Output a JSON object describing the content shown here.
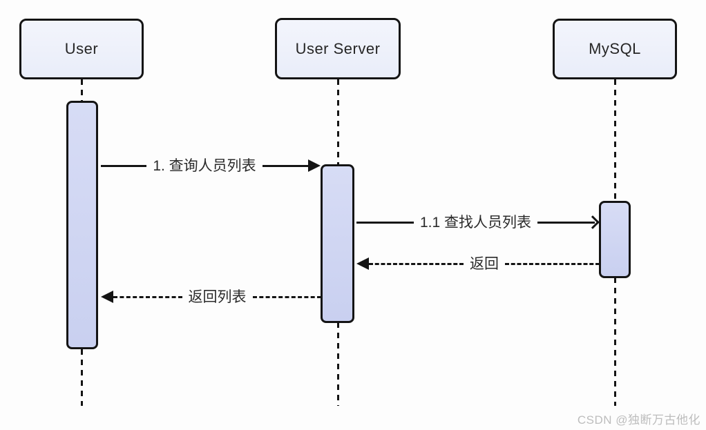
{
  "diagram": {
    "type": "uml-sequence",
    "actors": [
      {
        "id": "user",
        "label": "User"
      },
      {
        "id": "user-server",
        "label": "User Server"
      },
      {
        "id": "mysql",
        "label": "MySQL"
      }
    ],
    "messages": [
      {
        "from": "User",
        "to": "User Server",
        "label": "1. 查询人员列表",
        "line": "solid",
        "arrowhead": "filled-right"
      },
      {
        "from": "User Server",
        "to": "MySQL",
        "label": "1.1 查找人员列表",
        "line": "solid",
        "arrowhead": "open-right"
      },
      {
        "from": "MySQL",
        "to": "User Server",
        "label": "返回",
        "line": "dashed",
        "arrowhead": "filled-left"
      },
      {
        "from": "User Server",
        "to": "User",
        "label": "返回列表",
        "line": "dashed",
        "arrowhead": "filled-left"
      }
    ]
  },
  "watermark": {
    "text": "CSDN @独断万古他化"
  },
  "colors": {
    "background": "#fdfdfd",
    "line": "#141414",
    "actor_fill": "#edf1fa",
    "activation_fill": "#cfd5f3",
    "text": "#2a2a2a",
    "watermark": "#bdbdbd"
  }
}
